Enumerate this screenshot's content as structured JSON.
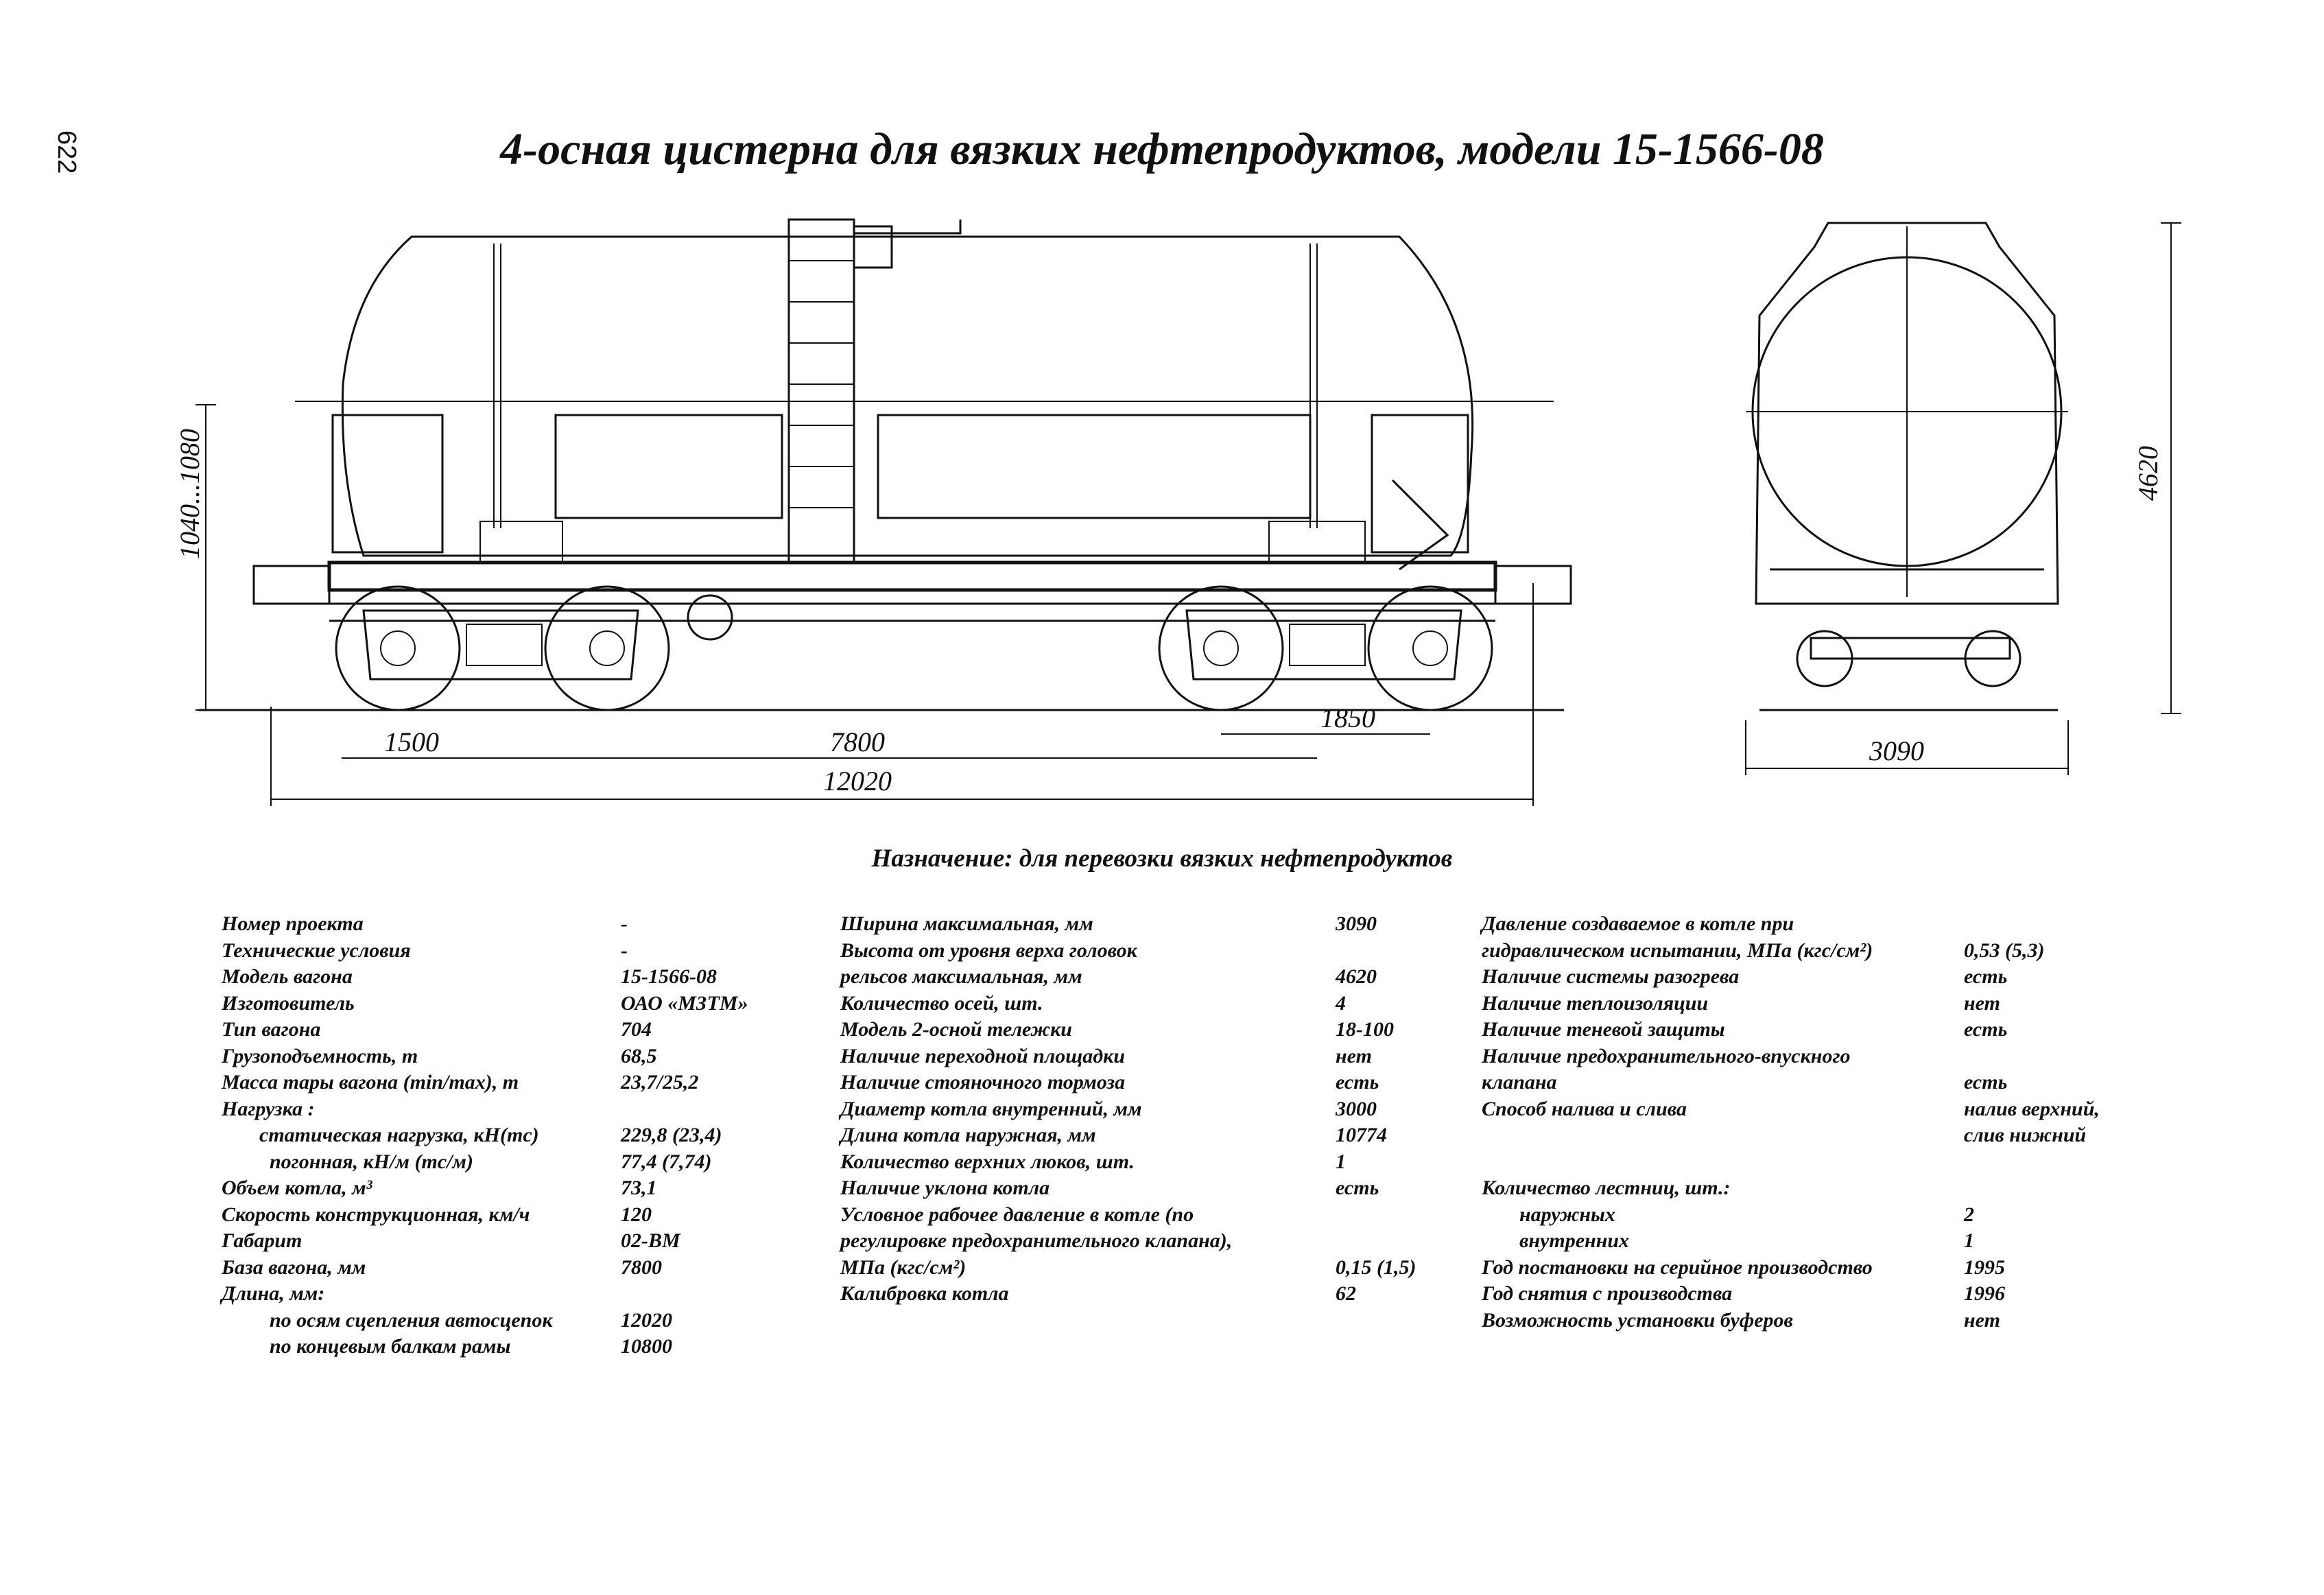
{
  "page_number": "622",
  "title": "4-осная цистерна для вязких нефтепродуктов, модели 15-1566-08",
  "dimensions": {
    "coupler_height": "1040...1080",
    "bogie_base": "1500",
    "car_base": "7800",
    "overall_length": "12020",
    "axle_to_beam": "1850",
    "width": "3090",
    "height": "4620"
  },
  "purpose": "Назначение: для перевозки вязких нефтепродуктов",
  "col1": [
    {
      "label": "Номер проекта",
      "value": "-"
    },
    {
      "label": "Технические условия",
      "value": "-"
    },
    {
      "label": "Модель вагона",
      "value": "15-1566-08"
    },
    {
      "label": "Изготовитель",
      "value": "ОАО «МЗТМ»"
    },
    {
      "label": "Тип вагона",
      "value": "704"
    },
    {
      "label": "Грузоподъемность, т",
      "value": "68,5"
    },
    {
      "label": "Масса тары вагона (min/max), т",
      "value": "23,7/25,2"
    },
    {
      "label": "Нагрузка :",
      "value": ""
    },
    {
      "label": "статическая нагрузка, кН(тс)",
      "value": "229,8 (23,4)"
    },
    {
      "label": "погонная, кН/м (тс/м)",
      "value": "77,4 (7,74)"
    },
    {
      "label": "Объем котла, м³",
      "value": "73,1"
    },
    {
      "label": "Скорость конструкционная, км/ч",
      "value": "120"
    },
    {
      "label": "Габарит",
      "value": "02-ВМ"
    },
    {
      "label": "База вагона, мм",
      "value": "7800"
    },
    {
      "label": "Длина, мм:",
      "value": ""
    },
    {
      "label": "по осям сцепления автосцепок",
      "value": "12020"
    },
    {
      "label": "по концевым балкам рамы",
      "value": "10800"
    }
  ],
  "col2": [
    {
      "label": "Ширина максимальная, мм",
      "value": "3090"
    },
    {
      "label": "Высота от уровня верха головок",
      "value": ""
    },
    {
      "label": "рельсов максимальная, мм",
      "value": "4620"
    },
    {
      "label": "Количество осей, шт.",
      "value": "4"
    },
    {
      "label": "Модель 2-осной тележки",
      "value": "18-100"
    },
    {
      "label": "Наличие переходной площадки",
      "value": "нет"
    },
    {
      "label": "Наличие стояночного тормоза",
      "value": "есть"
    },
    {
      "label": "Диаметр котла внутренний, мм",
      "value": "3000"
    },
    {
      "label": "Длина котла наружная, мм",
      "value": "10774"
    },
    {
      "label": "Количество верхних люков, шт.",
      "value": "1"
    },
    {
      "label": "Наличие уклона котла",
      "value": "есть"
    },
    {
      "label": "Условное рабочее давление в котле  (по",
      "value": ""
    },
    {
      "label": "регулировке предохранительного  клапана),",
      "value": ""
    },
    {
      "label": "МПа (кгс/см²)",
      "value": "0,15 (1,5)"
    },
    {
      "label": "Калибровка котла",
      "value": "62"
    }
  ],
  "col3": [
    {
      "label": "Давление создаваемое в котле при",
      "value": ""
    },
    {
      "label": "гидравлическом испытании, МПа (кгс/см²)",
      "value": "0,53 (5,3)"
    },
    {
      "label": "Наличие системы разогрева",
      "value": "есть"
    },
    {
      "label": "Наличие теплоизоляции",
      "value": "нет"
    },
    {
      "label": "Наличие теневой защиты",
      "value": "есть"
    },
    {
      "label": "Наличие предохранительного-впускного",
      "value": ""
    },
    {
      "label": "клапана",
      "value": "есть"
    },
    {
      "label": "Способ налива и слива",
      "value": " налив верхний,"
    },
    {
      "label": "",
      "value": "слив  нижний"
    },
    {
      "label": "",
      "value": ""
    },
    {
      "label": "Количество лестниц, шт.:",
      "value": ""
    },
    {
      "label": "наружных",
      "value": "2"
    },
    {
      "label": "внутренних",
      "value": "1"
    },
    {
      "label": "Год постановки на серийное производство",
      "value": "1995"
    },
    {
      "label": "Год снятия с производства",
      "value": "1996"
    },
    {
      "label": "Возможность установки буферов",
      "value": "нет"
    }
  ]
}
